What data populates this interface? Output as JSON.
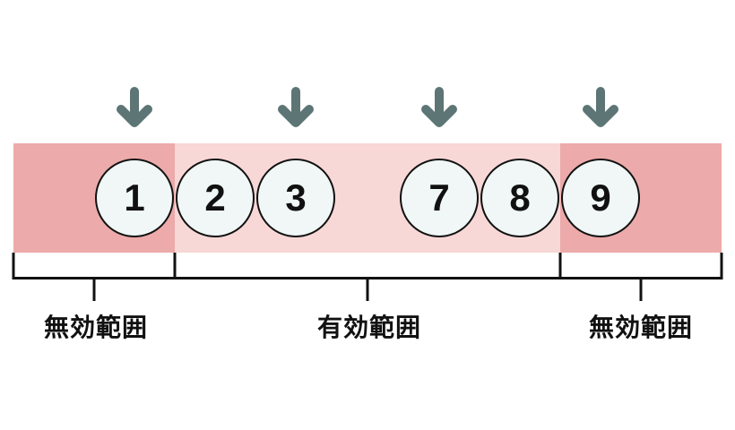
{
  "colors": {
    "background": "#ffffff",
    "invalid_range": "#ecaaaa",
    "valid_range": "#f8d7d7",
    "circle_fill": "#f0f7f6",
    "circle_border": "#111111",
    "arrow": "#5d7575",
    "bracket": "#111111"
  },
  "circles": [
    "1",
    "2",
    "3",
    "7",
    "8",
    "9"
  ],
  "ranges": [
    {
      "label": "無効範囲"
    },
    {
      "label": "有効範囲"
    },
    {
      "label": "無効範囲"
    }
  ]
}
